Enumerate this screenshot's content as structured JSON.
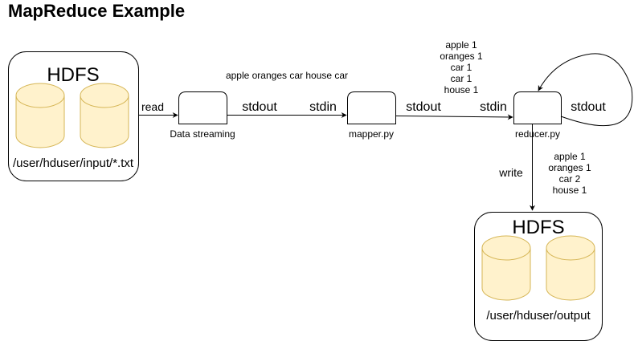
{
  "title": "MapReduce Example",
  "input_store": {
    "label": "HDFS",
    "path": "/user/hduser/input/*.txt"
  },
  "output_store": {
    "label": "HDFS",
    "path": "/user/hduser/output"
  },
  "nodes": {
    "streaming": "Data streaming",
    "mapper": "mapper.py",
    "reducer": "reducer.py"
  },
  "edges": {
    "read": "read",
    "write": "write",
    "stdout": "stdout",
    "stdin": "stdin"
  },
  "input_text": "apple oranges car house car",
  "mapper_output": [
    "apple 1",
    "oranges 1",
    "car 1",
    "car 1",
    "house 1"
  ],
  "reducer_output": [
    "apple 1",
    "oranges 1",
    "car 2",
    "house 1"
  ],
  "colors": {
    "cylinder_fill": "#fff2cc",
    "cylinder_stroke": "#d6b656",
    "stroke": "#000000"
  }
}
